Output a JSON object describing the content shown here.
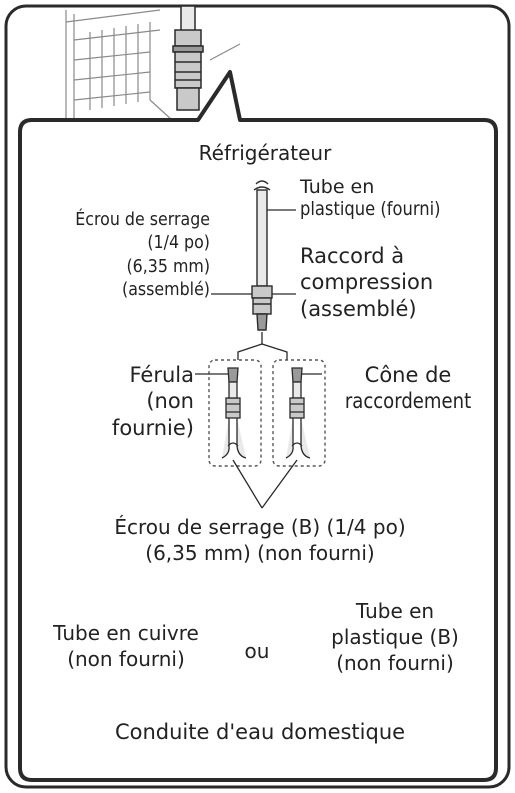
{
  "labels": {
    "refrigerator": "Réfrigérateur",
    "plastic_tube_supplied": [
      "Tube en",
      "plastique (fourni)"
    ],
    "compression_fitting": [
      "Raccord à",
      "compression",
      "(assemblé)"
    ],
    "nut_assembled": [
      "Écrou de serrage",
      "(1/4 po)",
      "(6,35 mm)",
      "(assemblé)"
    ],
    "ferrule": [
      "Férula",
      "(non",
      "fournie)"
    ],
    "cone": [
      "Cône de",
      "raccordement"
    ],
    "nut_b": [
      "Écrou de serrage (B) (1/4 po)",
      "(6,35 mm) (non fourni)"
    ],
    "copper_tube": [
      "Tube en cuivre",
      "(non fourni)"
    ],
    "or": "ou",
    "plastic_tube_b": [
      "Tube en",
      "plastique (B)",
      "(non fourni)"
    ],
    "water_line": "Conduite d'eau domestique"
  },
  "colors": {
    "frame": "#2a2a2a",
    "text": "#222222",
    "tube_fill": "#e9e9e9",
    "nut_fill": "#c9c9c9",
    "dash": "#555555"
  }
}
